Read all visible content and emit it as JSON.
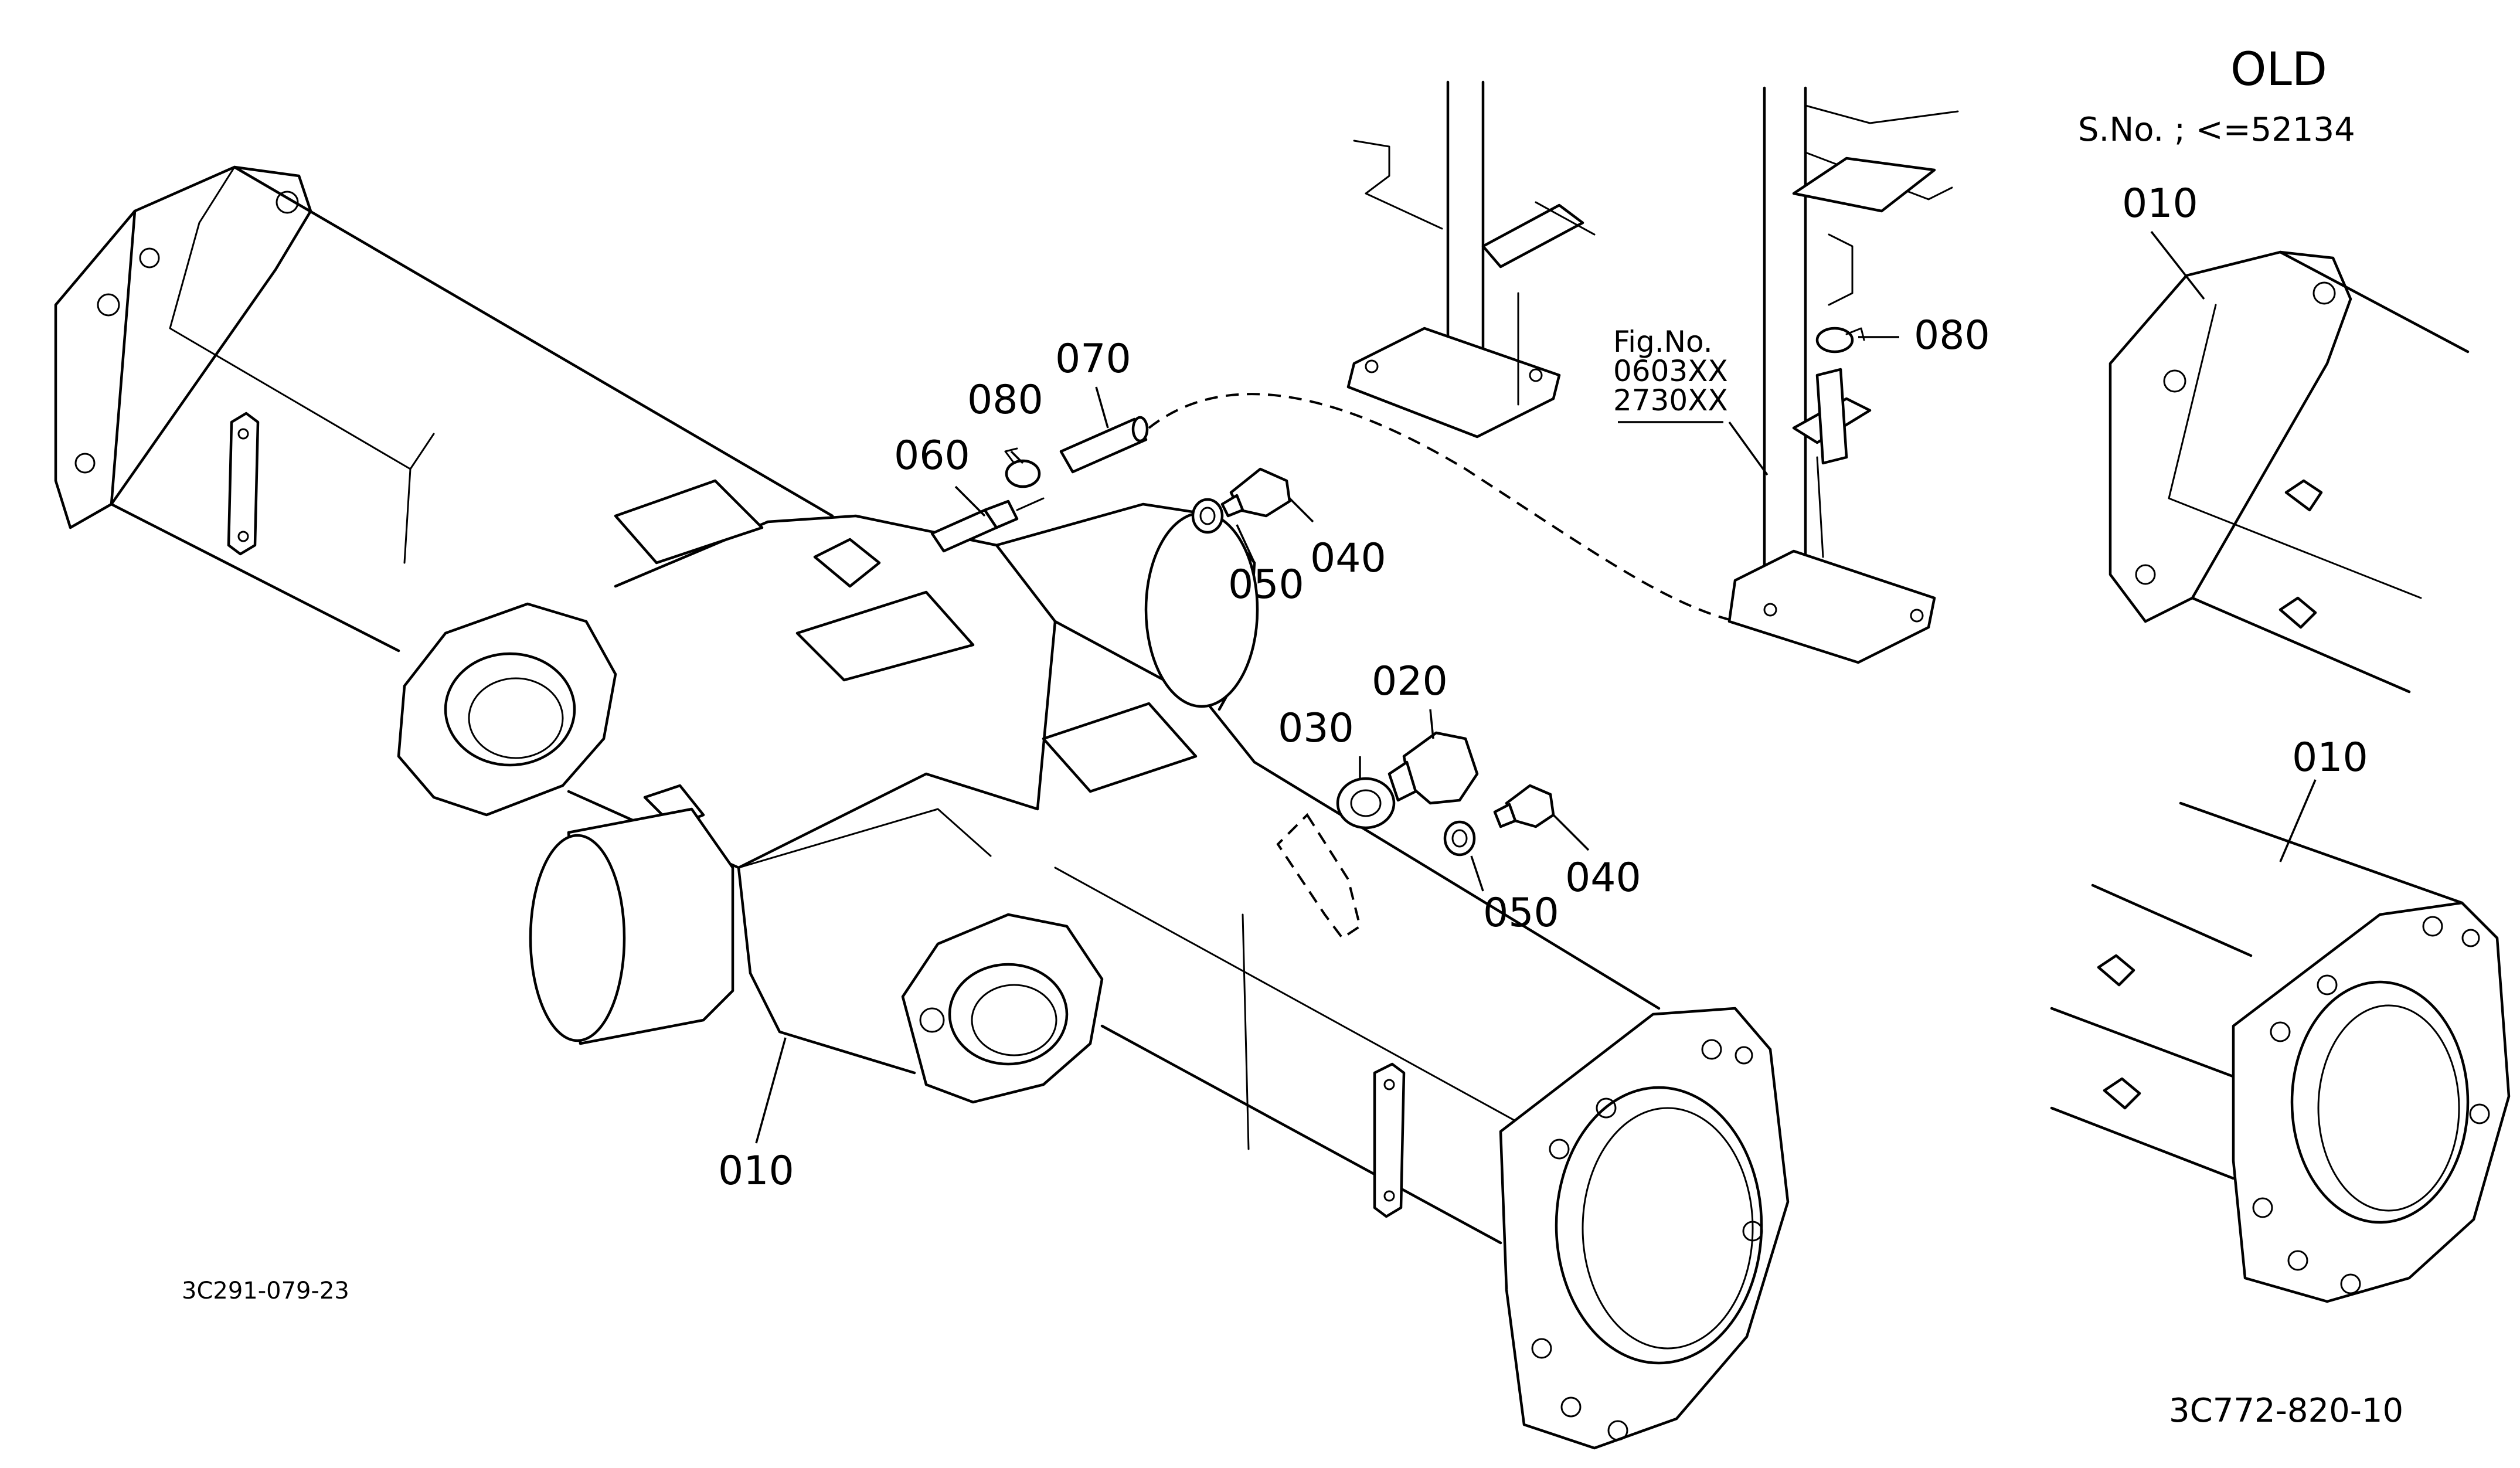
{
  "header": {
    "old_title": "OLD",
    "serial_note": "S.No. ; <=52134"
  },
  "figure_reference": {
    "line1": "Fig.No.",
    "line2": "0603XX",
    "line3": "2730XX"
  },
  "callouts": {
    "housing_main": "010",
    "housing_old_top": "010",
    "housing_old_bottom": "010",
    "plug_large": "020",
    "washer_large": "030",
    "plug_upper": "040",
    "plug_lower": "040",
    "washer_upper": "050",
    "washer_lower": "050",
    "elbow_joint": "060",
    "hose": "070",
    "clamp_center": "080",
    "clamp_right": "080"
  },
  "codes": {
    "drawing_left": "3C291-079-23",
    "drawing_right": "3C772-820-10"
  }
}
